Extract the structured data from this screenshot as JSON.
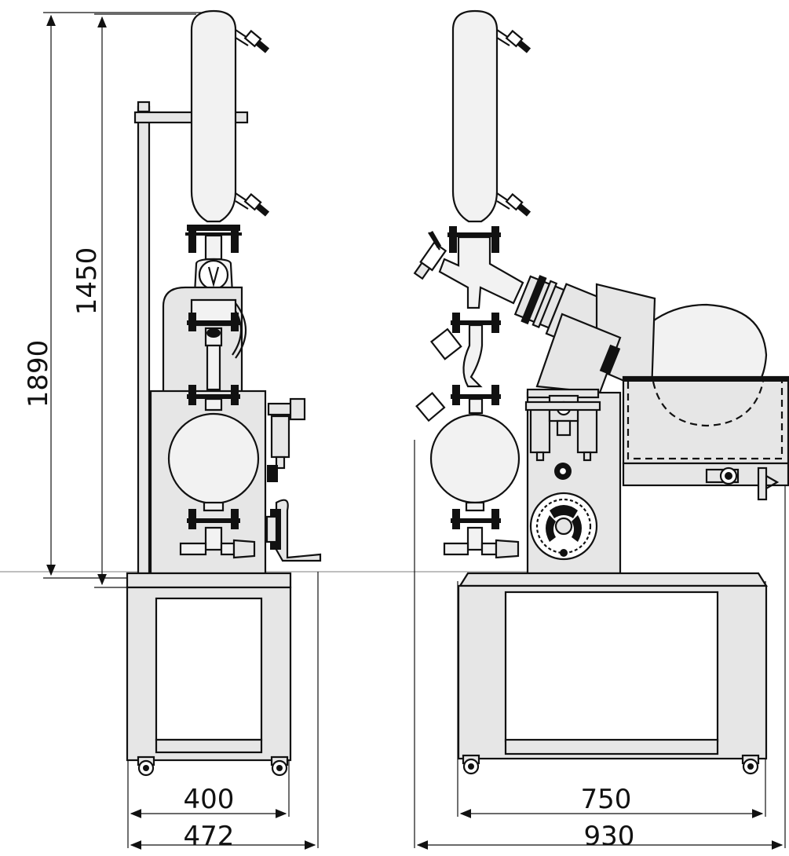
{
  "dimensions": {
    "total_height": "1890",
    "unit_height": "1450",
    "base_width_side": "400",
    "overall_width_side": "472",
    "base_width_front": "750",
    "overall_width_front": "930"
  }
}
